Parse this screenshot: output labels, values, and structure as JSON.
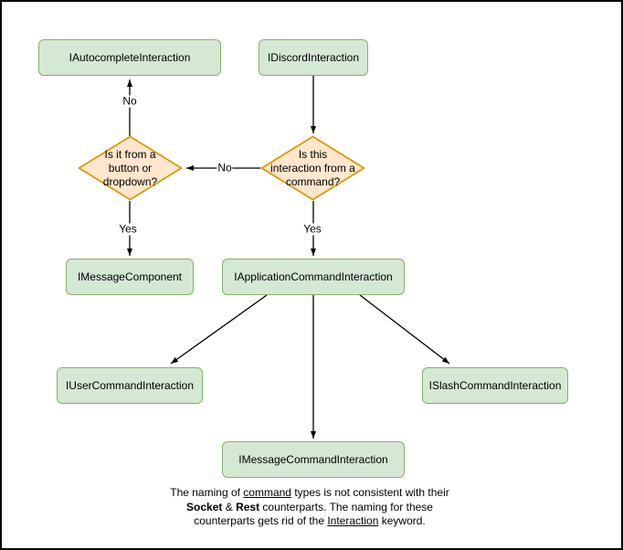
{
  "colors": {
    "background": "#ffffff",
    "frame_border": "#000000",
    "node_fill": "#d5e8d4",
    "node_border": "#82b366",
    "decision_fill": "#ffe6cc",
    "decision_border": "#d79b00",
    "arrow": "#000000"
  },
  "diagram": {
    "nodes": [
      {
        "label": "IAutocompleteInteraction"
      },
      {
        "label": "IDiscordInteraction"
      },
      {
        "label": "Is it from a\nbutton or\ndropdown?"
      },
      {
        "label": "Is this\ninteraction from a\ncommand?"
      },
      {
        "label": "IMessageComponent"
      },
      {
        "label": "IApplicationCommandInteraction"
      },
      {
        "label": "IUserCommandInteraction"
      },
      {
        "label": "ISlashCommandInteraction"
      },
      {
        "label": "IMessageCommandInteraction"
      }
    ],
    "edge_labels": [
      {
        "text": "No"
      },
      {
        "text": "No"
      },
      {
        "text": "Yes"
      },
      {
        "text": "Yes"
      }
    ],
    "caption": {
      "line1": [
        {
          "t": "The naming of "
        },
        {
          "t": "command"
        },
        {
          "t": " types is not consistent with their"
        }
      ],
      "line2": [
        {
          "t": "Socket"
        },
        {
          "t": " & "
        },
        {
          "t": "Rest"
        },
        {
          "t": " counterparts. The naming for these"
        }
      ],
      "line3": [
        {
          "t": "counterparts gets rid of the "
        },
        {
          "t": "Interaction"
        },
        {
          "t": " keyword."
        }
      ]
    }
  }
}
